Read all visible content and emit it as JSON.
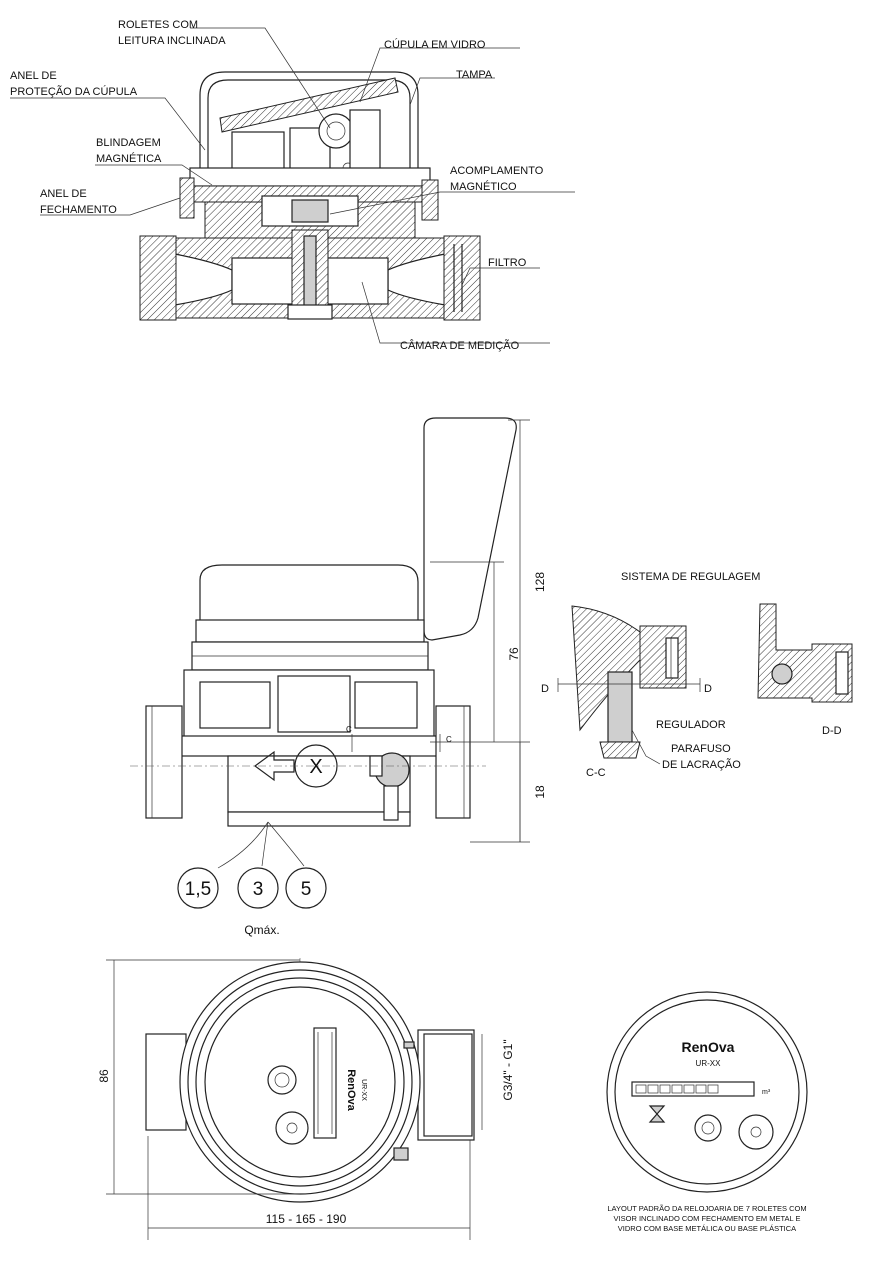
{
  "section_view": {
    "labels": [
      "ROLETES COM",
      "LEITURA INCLINADA",
      "CÚPULA EM VIDRO",
      "ANEL DE",
      "PROTEÇÃO DA CÚPULA",
      "TAMPA",
      "BLINDAGEM",
      "MAGNÉTICA",
      "ACOMPLAMENTO",
      "MAGNÉTICO",
      "ANEL DE",
      "FECHAMENTO",
      "FILTRO",
      "CÂMARA DE MEDIÇÃO"
    ]
  },
  "side_view": {
    "dim_total": "128",
    "dim_body": "76",
    "dim_base": "18",
    "section_c": "C",
    "flow_mark": "X",
    "qmax_values": [
      "1,5",
      "3",
      "5"
    ],
    "qmax_label": "Qmáx."
  },
  "regulation": {
    "title": "SISTEMA DE REGULAGEM",
    "d_mark": "D",
    "regulador": "REGULADOR",
    "parafuso_1": "PARAFUSO",
    "parafuso_2": "DE LACRAÇÃO",
    "cc_label": "C-C",
    "dd_label": "D-D"
  },
  "top_view": {
    "dim_height": "86",
    "dim_thread": "G3/4\" - G1\"",
    "dim_length": "115 - 165 - 190",
    "dial_brand": "RenOva",
    "dial_model": "UR-XX"
  },
  "dial_layout": {
    "brand": "RenOva",
    "model": "UR-XX",
    "unit": "m³",
    "caption_1": "LAYOUT PADRÃO DA RELOJOARIA DE 7 ROLETES COM",
    "caption_2": "VISOR INCLINADO COM FECHAMENTO EM METAL E",
    "caption_3": "VIDRO COM BASE METÁLICA OU BASE PLÁSTICA"
  }
}
